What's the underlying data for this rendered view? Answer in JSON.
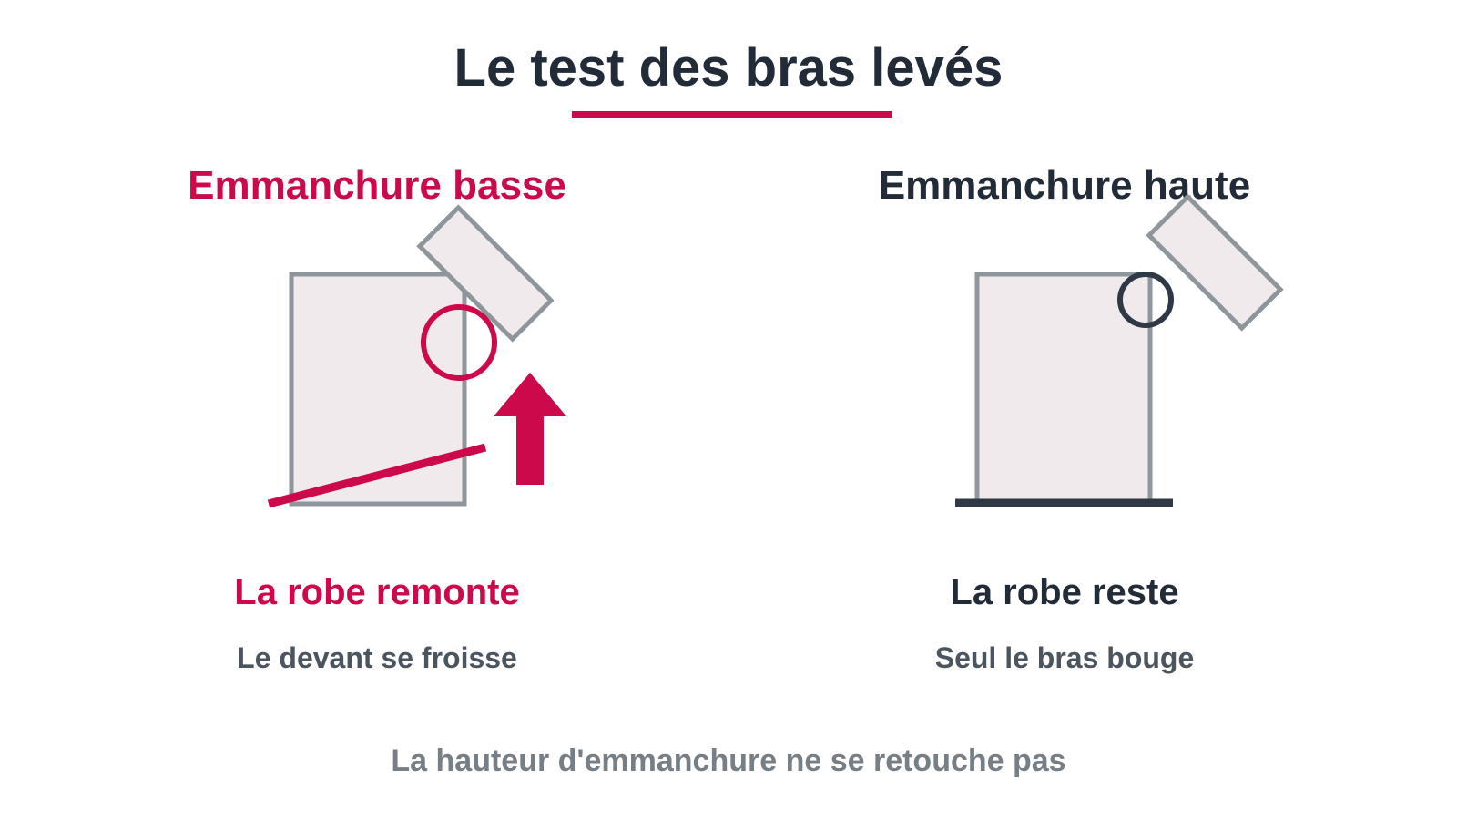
{
  "title": "Le test des bras levés",
  "colors": {
    "accent": "#cc0a4b",
    "dark": "#222c38",
    "outline": "#8e969c",
    "fill": "#f0eaec",
    "subtext": "#4a5560",
    "footer": "#767e86"
  },
  "panels": [
    {
      "heading": "Emmanchure basse",
      "result": "La robe remonte",
      "detail": "Le devant se froisse"
    },
    {
      "heading": "Emmanchure haute",
      "result": "La robe reste",
      "detail": "Seul le bras bouge"
    }
  ],
  "footer": "La hauteur d'emmanchure ne se retouche pas"
}
